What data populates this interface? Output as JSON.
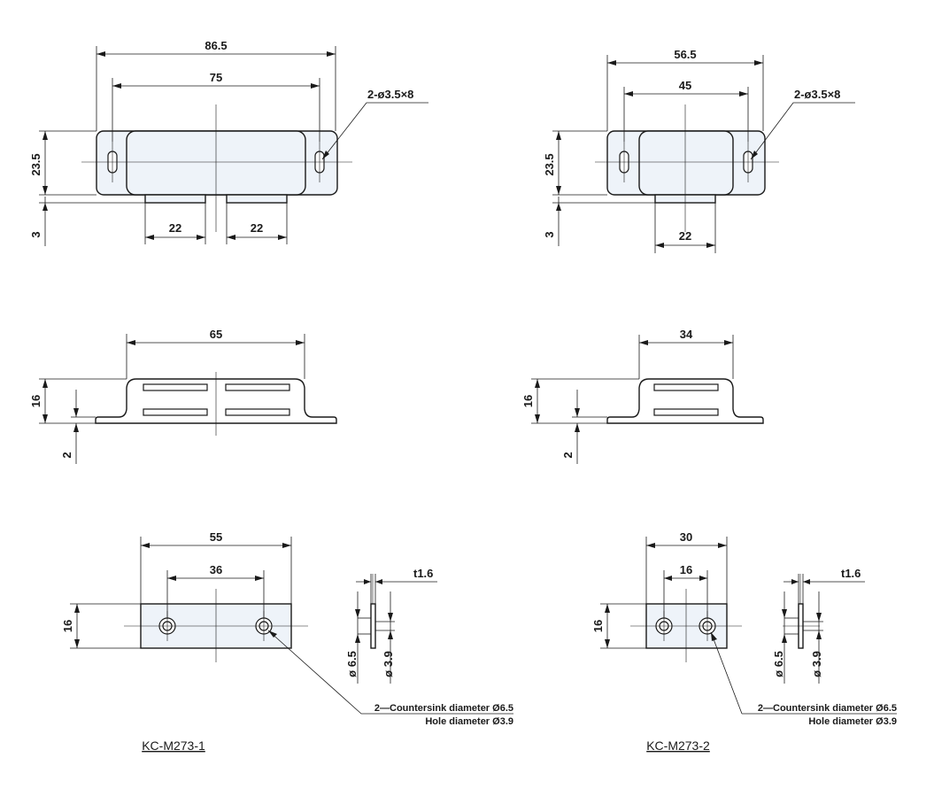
{
  "left": {
    "top_view": {
      "overall_width": "86.5",
      "slot_pitch": "75",
      "slots_note": "2-ø3.5×8",
      "height": "23.5",
      "pad_thickness": "3",
      "pad_width_left": "22",
      "pad_width_right": "22"
    },
    "side_view": {
      "width": "65",
      "height": "16",
      "flange_thickness": "2"
    },
    "plate_view": {
      "width": "55",
      "hole_pitch": "36",
      "height": "16",
      "thickness": "t1.6",
      "countersink_dia": "ø 6.5",
      "hole_dia": "ø 3.9",
      "note_line1": "2—Countersink diameter Ø6.5",
      "note_line2": "Hole diameter Ø3.9"
    },
    "model": "KC-M273-1"
  },
  "right": {
    "top_view": {
      "overall_width": "56.5",
      "slot_pitch": "45",
      "slots_note": "2-ø3.5×8",
      "height": "23.5",
      "pad_thickness": "3",
      "pad_width": "22"
    },
    "side_view": {
      "width": "34",
      "height": "16",
      "flange_thickness": "2"
    },
    "plate_view": {
      "width": "30",
      "hole_pitch": "16",
      "height": "16",
      "thickness": "t1.6",
      "countersink_dia": "ø 6.5",
      "hole_dia": "ø 3.9",
      "note_line1": "2—Countersink diameter Ø6.5",
      "note_line2": "Hole diameter Ø3.9"
    },
    "model": "KC-M273-2"
  }
}
